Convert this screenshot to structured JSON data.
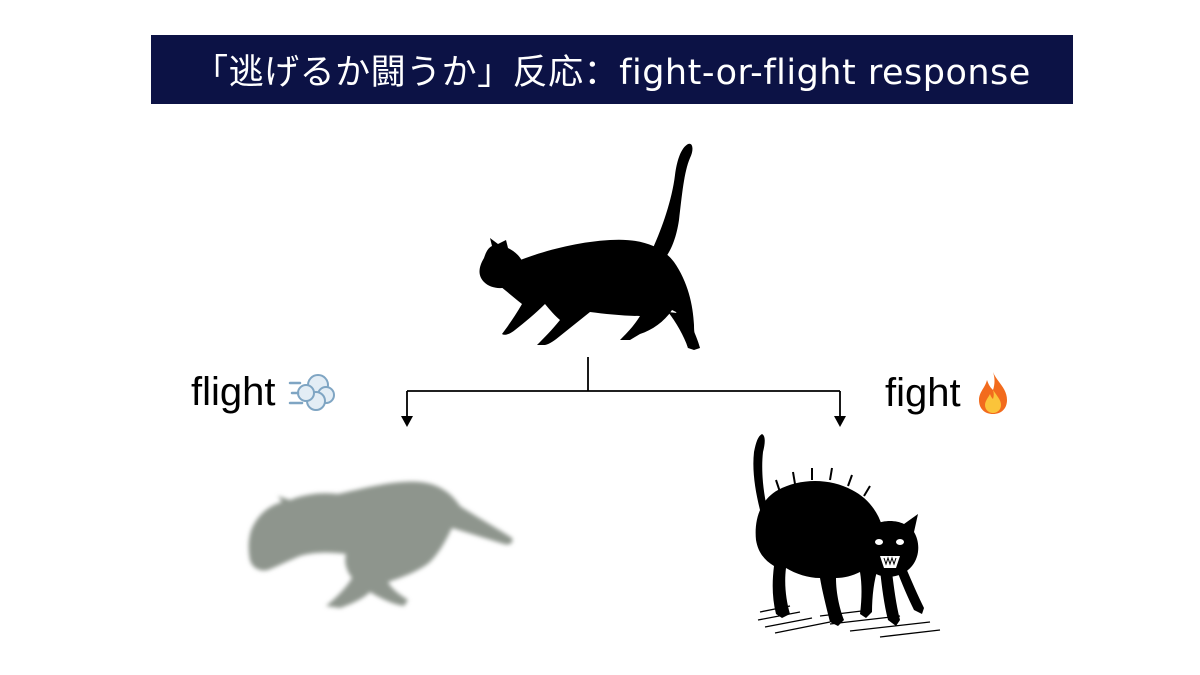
{
  "title": "「逃げるか闘うか」反応：fight-or-flight response",
  "branches": {
    "flight": {
      "label": "flight",
      "icon": "dash-wind-icon"
    },
    "fight": {
      "label": "fight",
      "icon": "fire-icon"
    }
  },
  "colors": {
    "title_background": "#0c1245",
    "title_text": "#ffffff",
    "flight_cat": "#8e958d",
    "silhouette": "#000000",
    "fire": "#f26b1d"
  }
}
